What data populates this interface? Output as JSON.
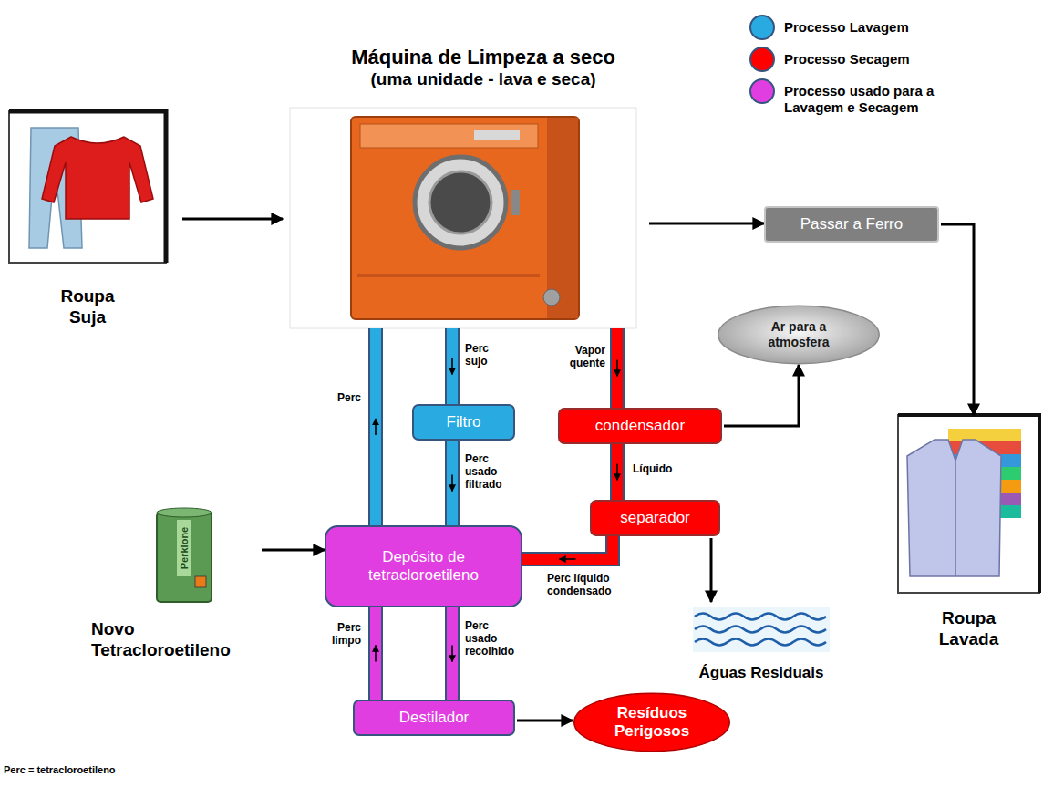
{
  "diagram": {
    "nodes": [
      {
        "text": [
          "Roupa Suja"
        ]
      },
      {
        "text": [
          "Máquina de Limpeza a seco",
          "(uma unidade - lava e seca)"
        ]
      },
      {
        "text": [
          "Passar a Ferro"
        ]
      },
      {
        "text": [
          "Ar para a atmosfera"
        ]
      },
      {
        "text": [
          "Roupa Lavada"
        ]
      },
      {
        "text": [
          "Filtro"
        ]
      },
      {
        "text": [
          "condensador"
        ]
      },
      {
        "text": [
          "separador"
        ]
      },
      {
        "text": [
          "Novo Tetracloroetileno"
        ]
      },
      {
        "text": [
          "Depósito de tetracloroetileno"
        ]
      },
      {
        "text": [
          "Águas Residuais"
        ]
      },
      {
        "text": [
          "Destilador"
        ]
      },
      {
        "text": [
          "Resíduos Perigosos"
        ]
      }
    ],
    "edges": [
      {
        "from": 0,
        "to": 1,
        "arrow": "to"
      },
      {
        "from": 1,
        "to": 2,
        "arrow": "to"
      },
      {
        "from": 2,
        "to": 4,
        "arrow": "to"
      },
      {
        "from": 9,
        "to": 1,
        "label": "Perc",
        "arrow": "to"
      },
      {
        "from": 1,
        "to": 5,
        "label": "Perc sujo",
        "arrow": "to"
      },
      {
        "from": 5,
        "to": 9,
        "label": "Perc usado filtrado",
        "arrow": "to"
      },
      {
        "from": 1,
        "to": 6,
        "label": "Vapor quente",
        "arrow": "to"
      },
      {
        "from": 6,
        "to": 3,
        "arrow": "to"
      },
      {
        "from": 6,
        "to": 7,
        "label": "Líquido",
        "arrow": "to"
      },
      {
        "from": 7,
        "to": 9,
        "label": "Perc líquido condensado",
        "arrow": "to"
      },
      {
        "from": 7,
        "to": 10,
        "arrow": "to"
      },
      {
        "from": 8,
        "to": 9,
        "arrow": "to"
      },
      {
        "from": 11,
        "to": 9,
        "label": "Perc limpo",
        "arrow": "to"
      },
      {
        "from": 9,
        "to": 11,
        "label": "Perc usado recolhido",
        "arrow": "to"
      },
      {
        "from": 11,
        "to": 12,
        "arrow": "to"
      }
    ],
    "labels": [
      "Perklone",
      "Perc = tetracloroetileno"
    ],
    "legend": [
      {
        "text": "Processo Lavagem",
        "color": "#29abe2"
      },
      {
        "text": "Processo Secagem",
        "color": "#ff0000"
      },
      {
        "text": "Processo usado para a Lavagem e Secagem",
        "color": "#e03ee0"
      }
    ]
  }
}
